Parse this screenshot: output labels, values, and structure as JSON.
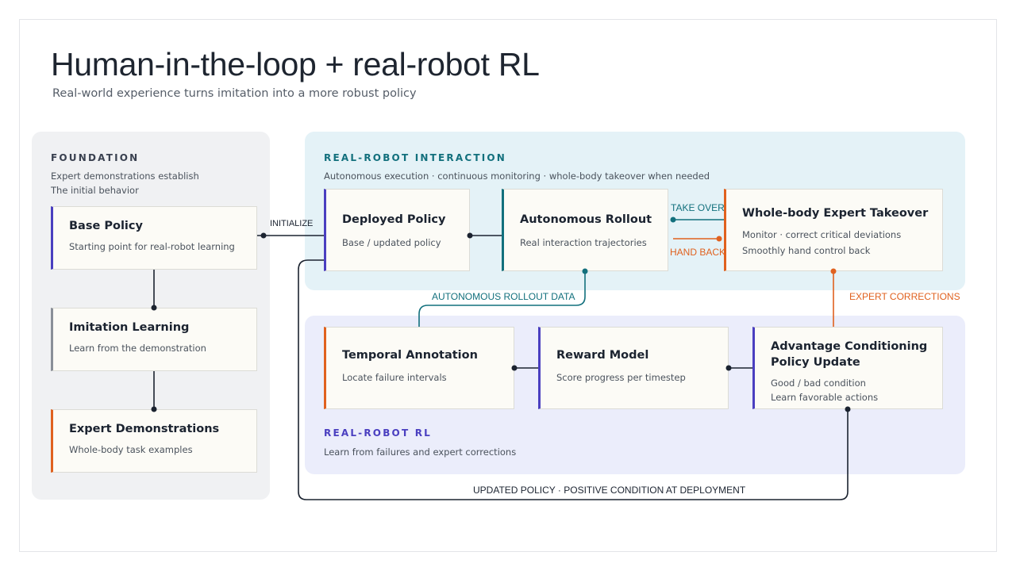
{
  "header": {
    "title": "Human-in-the-loop + real-robot RL",
    "subtitle": "Real-world experience turns imitation into a more robust policy"
  },
  "foundation": {
    "title": "FOUNDATION",
    "desc_line1": "Expert demonstrations establish",
    "desc_line2": "The initial behavior",
    "cards": [
      {
        "title": "Base Policy",
        "desc": "Starting point for real-robot learning",
        "accent": "#4a3fc0"
      },
      {
        "title": "Imitation Learning",
        "desc": "Learn from the demonstration",
        "accent": "#8a8f98"
      },
      {
        "title": "Expert Demonstrations",
        "desc": "Whole-body task examples",
        "accent": "#e0611f"
      }
    ]
  },
  "interaction": {
    "title": "REAL-ROBOT INTERACTION",
    "desc": "Autonomous execution · continuous monitoring · whole-body takeover when needed",
    "cards": [
      {
        "title": "Deployed Policy",
        "desc": "Base / updated policy",
        "accent": "#4a3fc0"
      },
      {
        "title": "Autonomous Rollout",
        "desc": "Real interaction trajectories",
        "accent": "#12707d"
      },
      {
        "title": "Whole-body Expert Takeover",
        "desc_line1": "Monitor · correct critical deviations",
        "desc_line2": "Smoothly hand control back",
        "accent": "#e0611f"
      }
    ]
  },
  "rl": {
    "title": "REAL-ROBOT RL",
    "desc": "Learn from failures and expert corrections",
    "cards": [
      {
        "title": "Temporal Annotation",
        "desc": "Locate failure intervals",
        "accent": "#e0611f"
      },
      {
        "title": "Reward Model",
        "desc": "Score progress per timestep",
        "accent": "#4a3fc0"
      },
      {
        "title_line1": "Advantage Conditioning",
        "title_line2": "Policy Update",
        "desc_line1": "Good / bad condition",
        "desc_line2": "Learn favorable actions",
        "accent": "#4a3fc0"
      }
    ]
  },
  "labels": {
    "initialize": "INITIALIZE",
    "take_over": "TAKE OVER",
    "hand_back": "HAND BACK",
    "rollout_data": "AUTONOMOUS ROLLOUT DATA",
    "expert_corrections": "EXPERT CORRECTIONS",
    "updated_policy": "UPDATED POLICY · POSITIVE CONDITION AT DEPLOYMENT"
  },
  "colors": {
    "foundation_title": "#3a4150",
    "interaction_title": "#12707d",
    "rl_title": "#4a3fc0",
    "teal": "#12707d",
    "orange": "#e0611f",
    "dark": "#1b2330"
  }
}
